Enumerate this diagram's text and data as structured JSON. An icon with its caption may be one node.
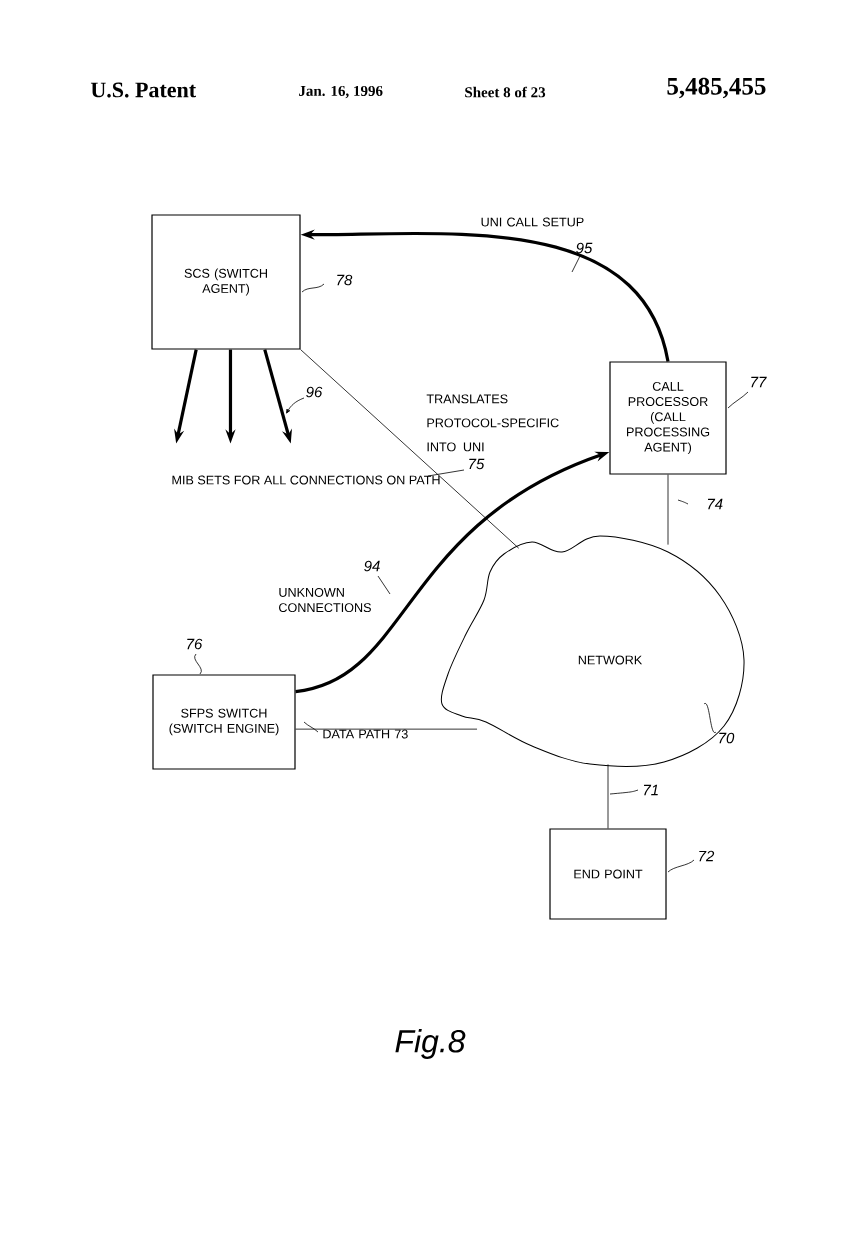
{
  "diagram": {
    "caption": "Fig.8",
    "nodes": [
      {
        "text": [
          "SCS (SWITCH AGENT)"
        ],
        "beside": [
          "78"
        ]
      },
      {
        "text": [
          "CALL PROCESSOR (CALL PROCESSING AGENT)"
        ],
        "beside": [
          "77"
        ]
      },
      {
        "text": [
          "NETWORK"
        ],
        "beside": [
          "70"
        ]
      },
      {
        "text": [
          "SFPS SWITCH (SWITCH ENGINE)"
        ],
        "beside": [
          "76"
        ]
      },
      {
        "text": [
          "END POINT"
        ],
        "beside": [
          "72"
        ]
      }
    ],
    "edges": [
      {
        "from": 1,
        "to": 0,
        "arrow": "to",
        "label": "UNI CALL SETUP"
      },
      {
        "from": 0,
        "to": 2,
        "arrow": "none"
      },
      {
        "from": 1,
        "to": 2,
        "arrow": "none"
      },
      {
        "from": 3,
        "to": 1,
        "arrow": "to",
        "label": "UNKNOWN CONNECTIONS"
      },
      {
        "from": 3,
        "to": 2,
        "arrow": "none",
        "label": "DATA PATH 73"
      },
      {
        "from": 2,
        "to": 4,
        "arrow": "none"
      },
      {
        "from": 0,
        "to": null,
        "arrow": "to"
      },
      {
        "from": 0,
        "to": null,
        "arrow": "to"
      },
      {
        "from": 0,
        "to": null,
        "arrow": "to"
      }
    ],
    "labels": [
      "U.S. Patent",
      "Jan. 16, 1996",
      "Sheet 8 of 23",
      "5,485,455",
      "95",
      "96",
      "TRANSLATES PROTOCOL-SPECIFIC INTO UNI",
      "MIB SETS FOR ALL CONNECTIONS ON PATH",
      "75",
      "74",
      "94",
      "71"
    ]
  }
}
